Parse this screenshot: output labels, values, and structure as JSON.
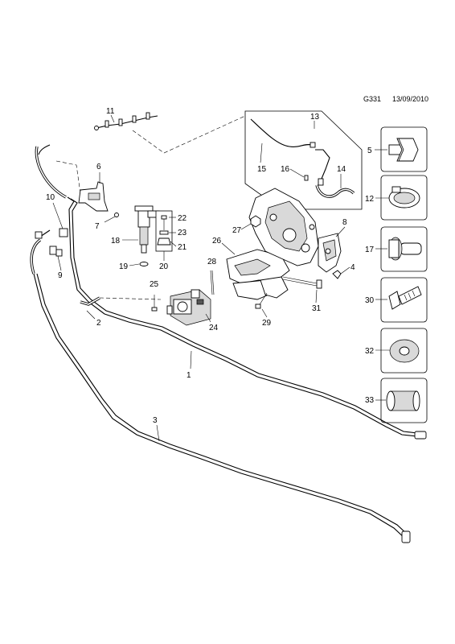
{
  "header": {
    "code": "G331",
    "date": "13/09/2010"
  },
  "callouts": {
    "c1": "1",
    "c2": "2",
    "c3": "3",
    "c4": "4",
    "c5": "5",
    "c6": "6",
    "c7": "7",
    "c8": "8",
    "c9": "9",
    "c10": "10",
    "c11": "11",
    "c12": "12",
    "c13": "13",
    "c14": "14",
    "c15": "15",
    "c16": "16",
    "c17": "17",
    "c18": "18",
    "c19": "19",
    "c20": "20",
    "c21": "21",
    "c22": "22",
    "c23": "23",
    "c24": "24",
    "c25": "25",
    "c26": "26",
    "c27": "27",
    "c28": "28",
    "c29": "29",
    "c30": "30",
    "c31": "31",
    "c32": "32",
    "c33": "33"
  },
  "side_panel": [
    {
      "id": "5",
      "icon": "flange-bolt-icon"
    },
    {
      "id": "12",
      "icon": "hose-clamp-icon"
    },
    {
      "id": "17",
      "icon": "flange-bolt-long-icon"
    },
    {
      "id": "30",
      "icon": "banjo-bolt-icon"
    },
    {
      "id": "32",
      "icon": "washer-icon"
    },
    {
      "id": "33",
      "icon": "sleeve-icon"
    }
  ]
}
